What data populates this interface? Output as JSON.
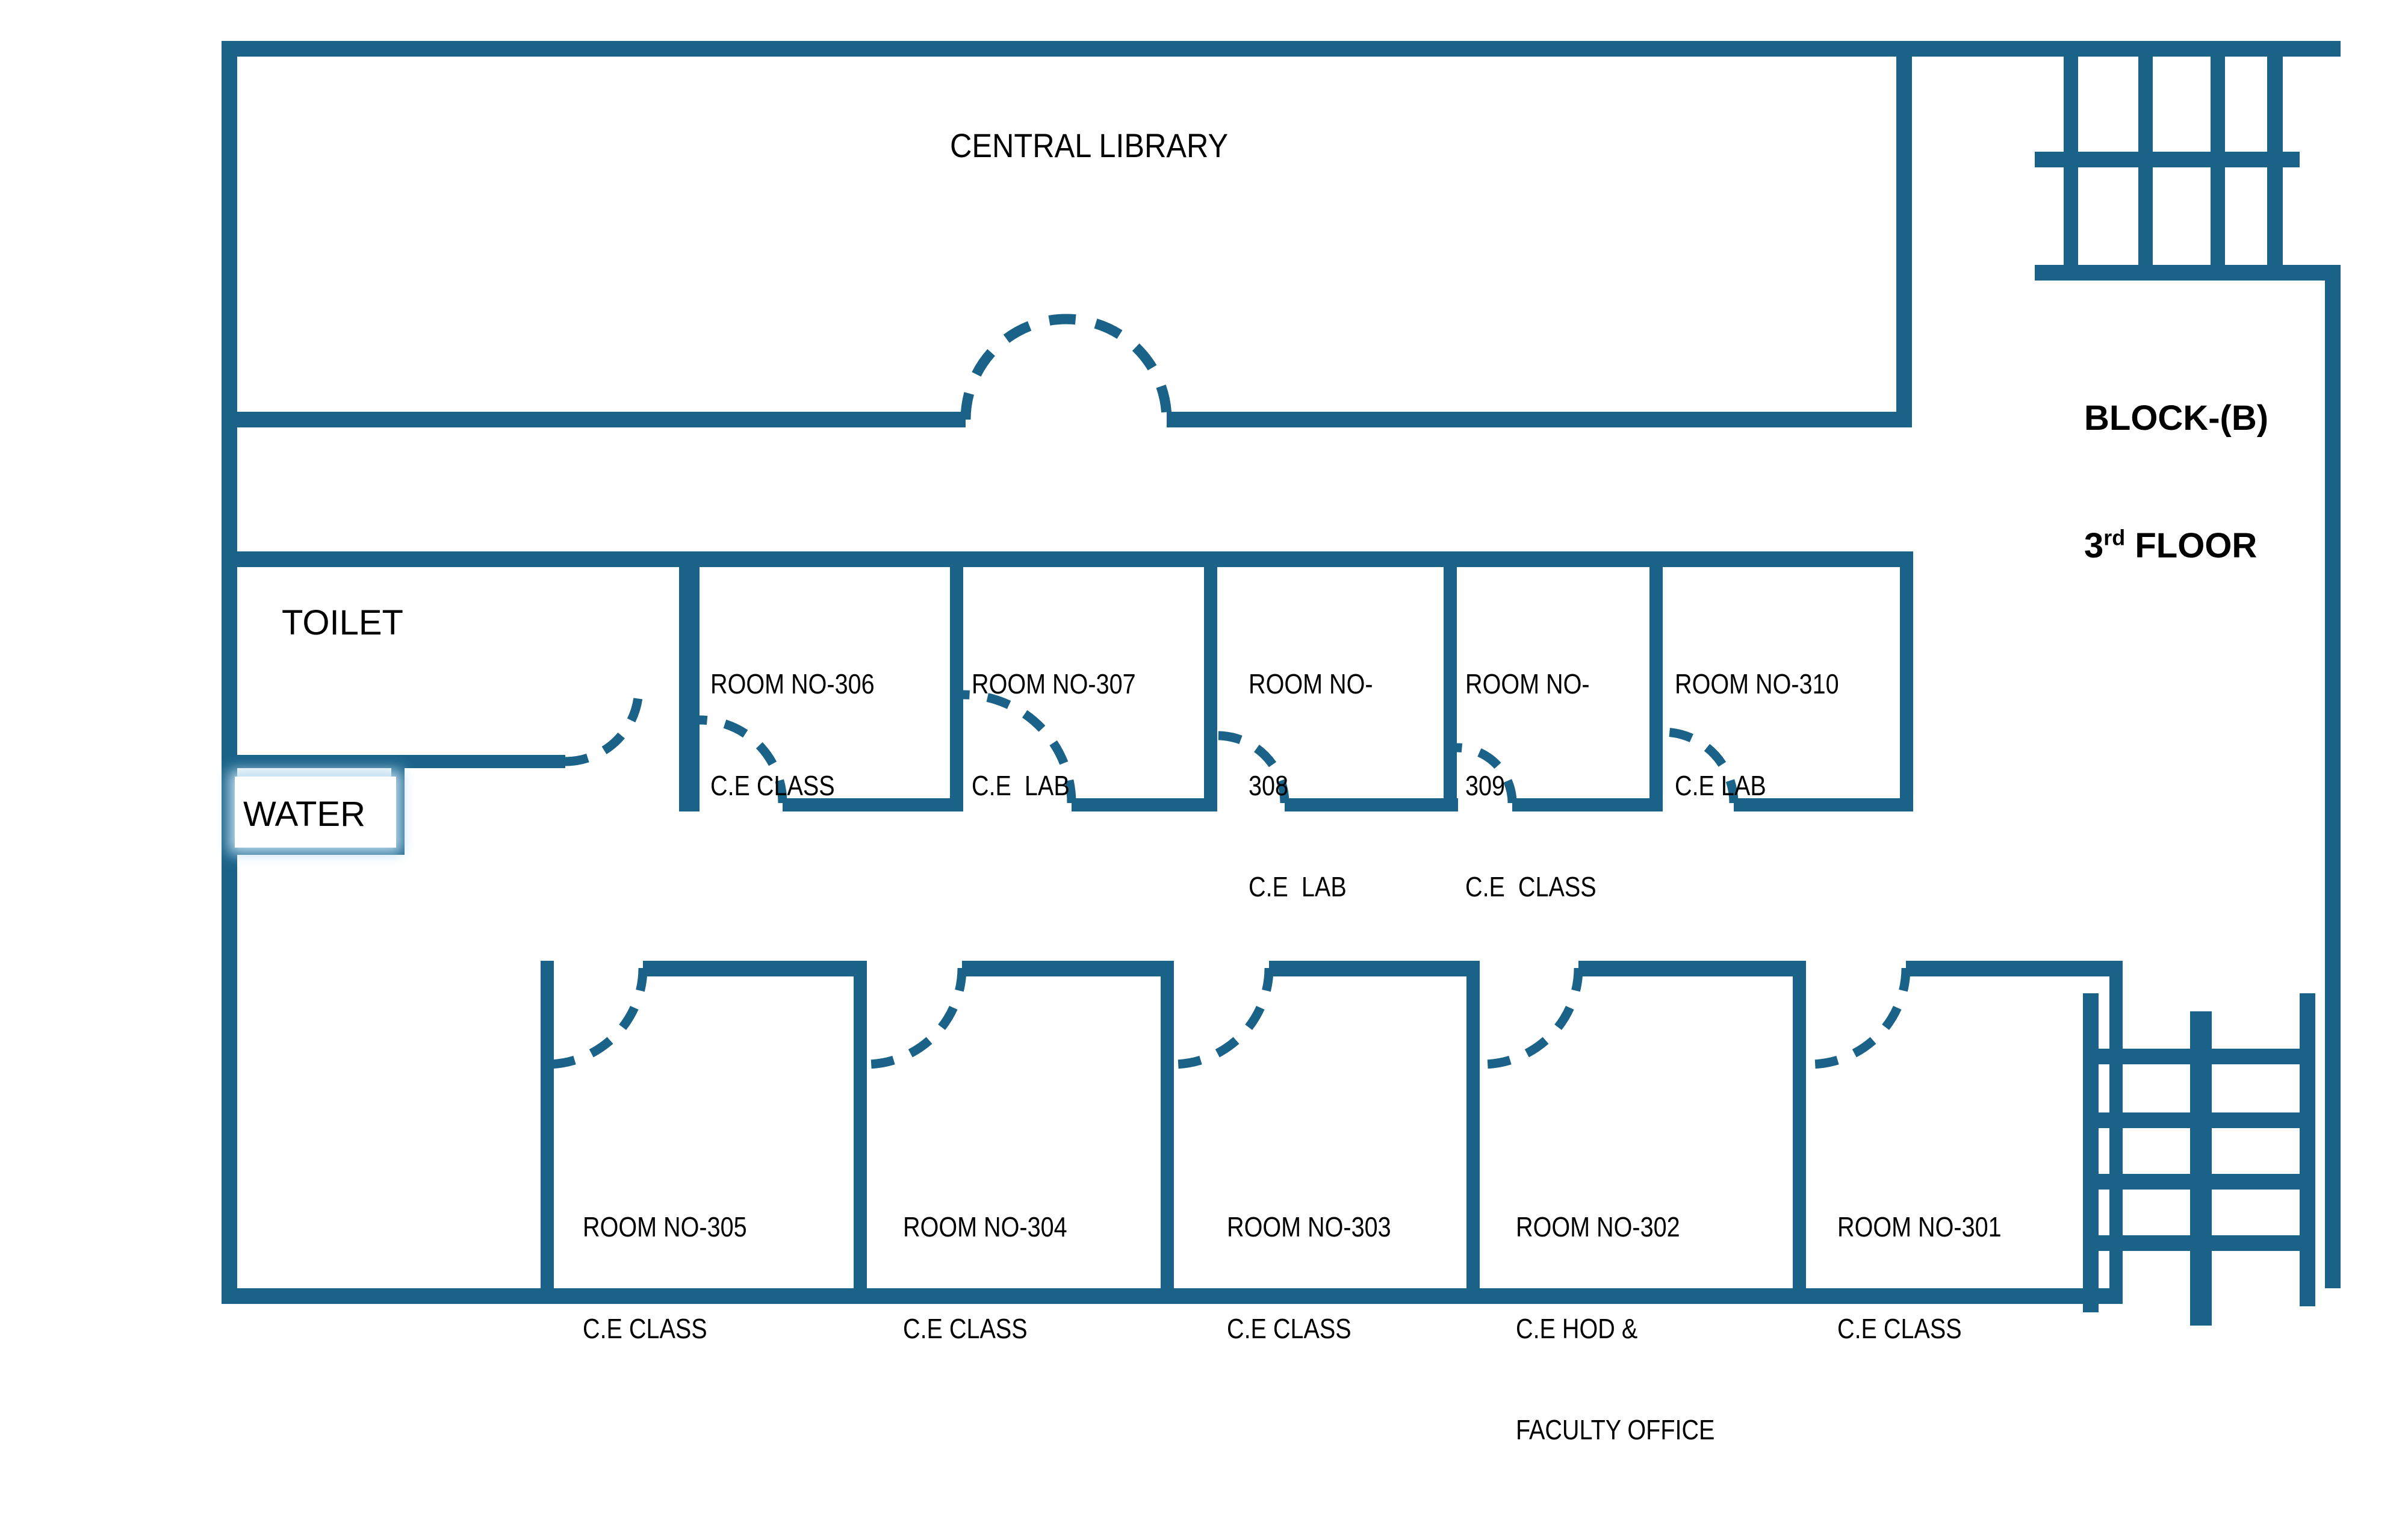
{
  "plan": {
    "title_block": {
      "name": "BLOCK-(B)",
      "floor_number": "3",
      "floor_ordinal": "rd",
      "floor_word": " FLOOR"
    },
    "colors": {
      "wall": "#1a6288",
      "door_arc": "#1a6288",
      "text": "#000000",
      "background": "#ffffff",
      "water_glow": "#bcdcf0"
    },
    "areas": [
      {
        "id": "central-library",
        "label": "CENTRAL LIBRARY"
      },
      {
        "id": "toilet",
        "label": "TOILET"
      },
      {
        "id": "water",
        "label": "WATER"
      }
    ],
    "rooms_middle_row": [
      {
        "id": "room-306",
        "lines": [
          "ROOM NO-306",
          "C.E CLASS"
        ]
      },
      {
        "id": "room-307",
        "lines": [
          "ROOM NO-307",
          "C.E  LAB"
        ]
      },
      {
        "id": "room-308",
        "lines": [
          "ROOM NO-",
          "308",
          "C.E  LAB"
        ]
      },
      {
        "id": "room-309",
        "lines": [
          "ROOM NO-",
          "309",
          "C.E  CLASS"
        ]
      },
      {
        "id": "room-310",
        "lines": [
          "ROOM NO-310",
          "C.E LAB"
        ]
      }
    ],
    "rooms_bottom_row": [
      {
        "id": "room-305",
        "lines": [
          "ROOM NO-305",
          "C.E CLASS"
        ]
      },
      {
        "id": "room-304",
        "lines": [
          "ROOM NO-304",
          "C.E CLASS"
        ]
      },
      {
        "id": "room-303",
        "lines": [
          "ROOM NO-303",
          "C.E CLASS"
        ]
      },
      {
        "id": "room-302",
        "lines": [
          "ROOM NO-302",
          "C.E HOD &",
          "FACULTY OFFICE"
        ]
      },
      {
        "id": "room-301",
        "lines": [
          "ROOM NO-301",
          "C.E CLASS"
        ]
      }
    ],
    "stairs": [
      {
        "id": "stair-top-right",
        "type": "stairwell"
      },
      {
        "id": "stair-bottom-right",
        "type": "stairwell"
      }
    ]
  }
}
